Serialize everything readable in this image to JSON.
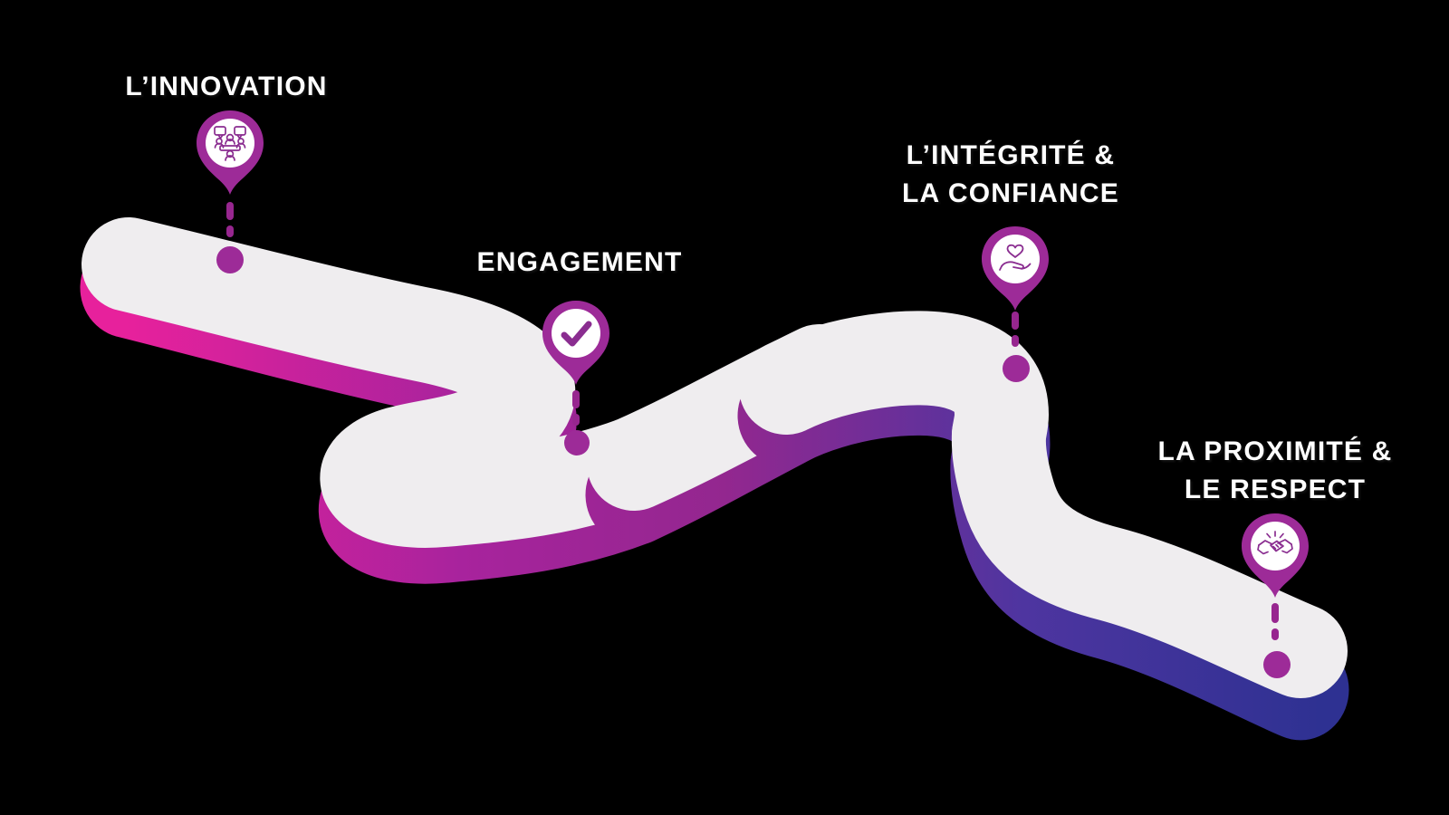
{
  "diagram_type": "company-values-roadmap",
  "milestones": [
    {
      "id": "innovation",
      "label_lines": [
        "L’INNOVATION"
      ],
      "icon": "meeting-collaboration-icon"
    },
    {
      "id": "engagement",
      "label_lines": [
        "ENGAGEMENT"
      ],
      "icon": "checkmark-icon"
    },
    {
      "id": "integrite-confiance",
      "label_lines": [
        "L’INTÉGRITÉ &",
        "LA CONFIANCE"
      ],
      "icon": "heart-in-hand-icon"
    },
    {
      "id": "proximite-respect",
      "label_lines": [
        "LA PROXIMITÉ &",
        "LE RESPECT"
      ],
      "icon": "handshake-icon"
    }
  ],
  "colors": {
    "background": "#000000",
    "road_top": "#EFEDEF",
    "side_gradient": [
      "#E7219C",
      "#A8239D",
      "#93278F",
      "#4E35A0",
      "#2E3192"
    ],
    "pin_body": "#9D2B98",
    "pin_inner": "#FFFFFF",
    "icon_stroke": "#8A2D90",
    "stem": "#97268F",
    "label_text": "#FFFFFF"
  }
}
